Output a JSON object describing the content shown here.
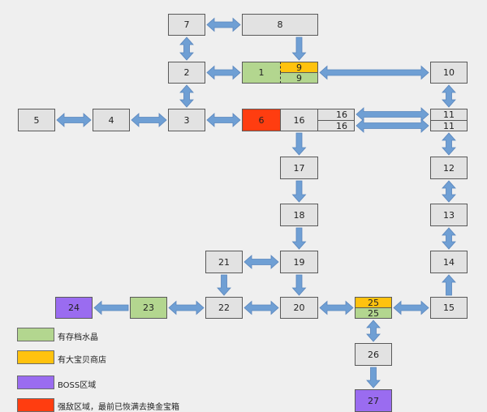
{
  "nodes": {
    "n1": "1",
    "n2": "2",
    "n3": "3",
    "n4": "4",
    "n5": "5",
    "n6": "6",
    "n7": "7",
    "n8": "8",
    "n9a": "9",
    "n9b": "9",
    "n10": "10",
    "n11a": "11",
    "n11b": "11",
    "n12": "12",
    "n13": "13",
    "n14": "14",
    "n15": "15",
    "n16": "16",
    "n16a": "16",
    "n16b": "16",
    "n17": "17",
    "n18": "18",
    "n19": "19",
    "n20": "20",
    "n21": "21",
    "n22": "22",
    "n23": "23",
    "n24": "24",
    "n25a": "25",
    "n25b": "25",
    "n26": "26",
    "n27": "27"
  },
  "legend": [
    {
      "color": "#b3d68f",
      "label": "有存档水晶"
    },
    {
      "color": "#ffc20e",
      "label": "有大宝贝商店"
    },
    {
      "color": "#9a6cf0",
      "label": "BOSS区域"
    },
    {
      "color": "#ff3d10",
      "label": "强敌区域，最前已恢满去换金宝箱"
    }
  ],
  "colors": {
    "arrow": "#6f9fd4",
    "arrow_outline": "#5a86bd"
  }
}
